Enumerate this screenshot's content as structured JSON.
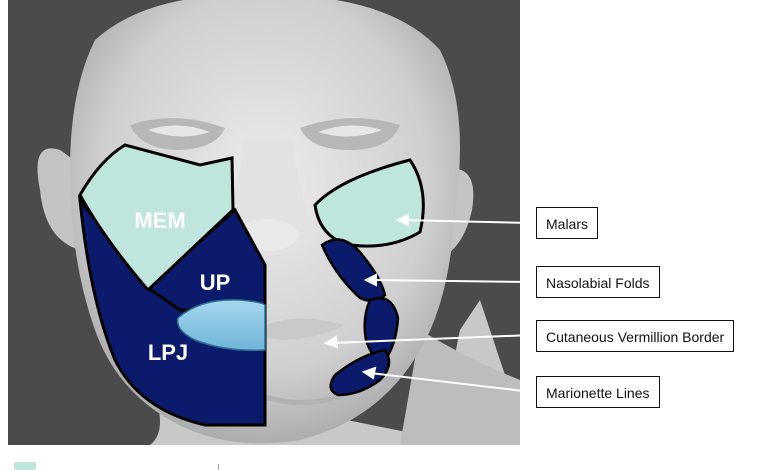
{
  "regions": [
    {
      "id": "mem",
      "label": "MEM"
    },
    {
      "id": "up",
      "label": "UP"
    },
    {
      "id": "lpj",
      "label": "LPJ"
    }
  ],
  "callouts": [
    {
      "id": "malars",
      "label": "Malars"
    },
    {
      "id": "nasolabial",
      "label": "Nasolabial Folds"
    },
    {
      "id": "vermillion",
      "label": "Cutaneous Vermillion Border"
    },
    {
      "id": "marionette",
      "label": "Marionette Lines"
    }
  ],
  "colors": {
    "background": "#4a4a4a",
    "face": "#d9d9d9",
    "light_region": "#bfe6dd",
    "dark_region": "#0c1a6b",
    "lip": "#8ec9e6",
    "outline": "#000000"
  }
}
